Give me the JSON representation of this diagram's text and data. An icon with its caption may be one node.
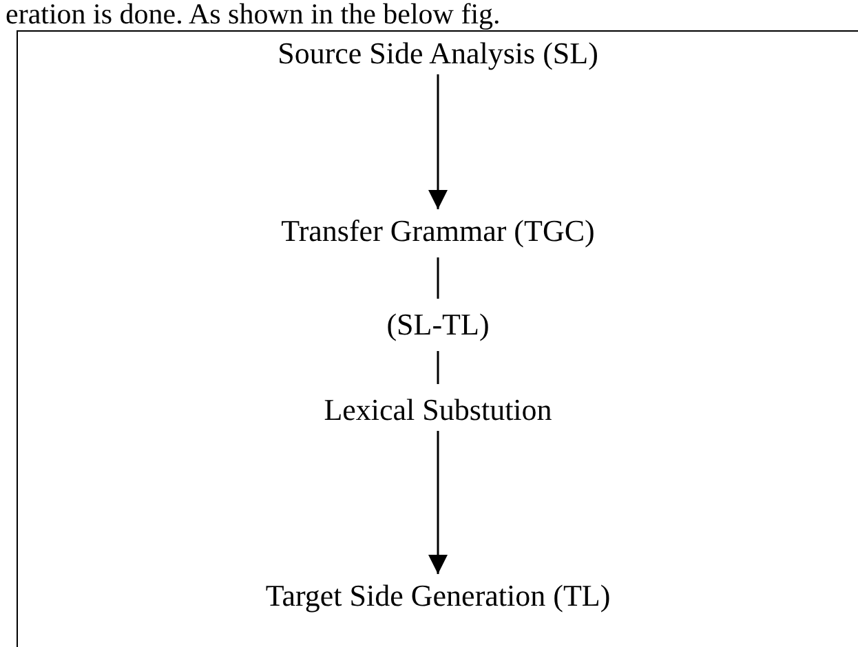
{
  "diagram": {
    "nodes": [
      {
        "text": [],
        "shape": "box"
      },
      {
        "text": [
          "Source Side Analysis (SL)"
        ],
        "in": 0
      },
      {
        "text": [
          "Transfer Grammar (TGC)"
        ],
        "in": 0
      },
      {
        "text": [
          "(SL-TL)"
        ],
        "in": 0
      },
      {
        "text": [
          "Lexical Substution"
        ],
        "in": 0
      },
      {
        "text": [
          "Target Side Generation (TL)"
        ],
        "in": 0
      }
    ],
    "edges": [
      {
        "from": 1,
        "to": 2,
        "arrow": "to"
      },
      {
        "from": 2,
        "to": 3,
        "arrow": "none"
      },
      {
        "from": 3,
        "to": 4,
        "arrow": "none"
      },
      {
        "from": 4,
        "to": 5,
        "arrow": "to"
      }
    ],
    "labels": [
      "eration is done. As shown in the below fig."
    ]
  }
}
